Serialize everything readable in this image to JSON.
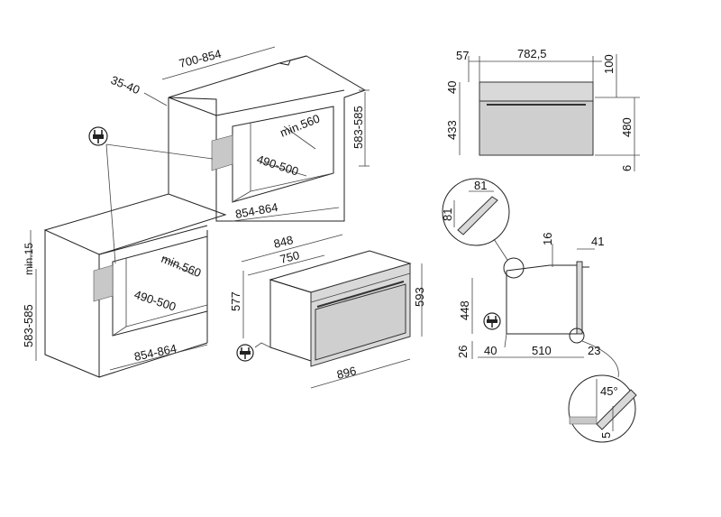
{
  "colors": {
    "line": "#222222",
    "fill": "#d9d9d9",
    "background": "#ffffff"
  },
  "icons": [
    "plug-icon"
  ],
  "dims": {
    "upper_cab_width": "700-854",
    "upper_cab_gap": "35-40",
    "upper_cab_height": "583-585",
    "upper_niche_depth": "min.560",
    "upper_niche_h": "490-500",
    "upper_niche_w": "854-864",
    "lower_cab_top": "min.15",
    "lower_cab_height": "583-585",
    "lower_niche_depth": "min.560",
    "lower_niche_h": "490-500",
    "lower_niche_w": "854-864",
    "oven_depth_total": "848",
    "oven_depth_body": "750",
    "oven_height_body": "577",
    "oven_height_front": "593",
    "oven_width": "896",
    "front_left": "57",
    "front_width": "782,5",
    "front_top": "100",
    "front_panel": "40",
    "front_glass": "433",
    "front_total": "480",
    "front_bottom": "6",
    "detail_w": "81",
    "detail_h": "81",
    "side_top": "16",
    "side_right": "41",
    "side_height": "448",
    "side_bottom": "26",
    "side_left": "40",
    "side_depth": "510",
    "side_door": "23",
    "detail_angle": "45°",
    "detail_offset": "5"
  }
}
